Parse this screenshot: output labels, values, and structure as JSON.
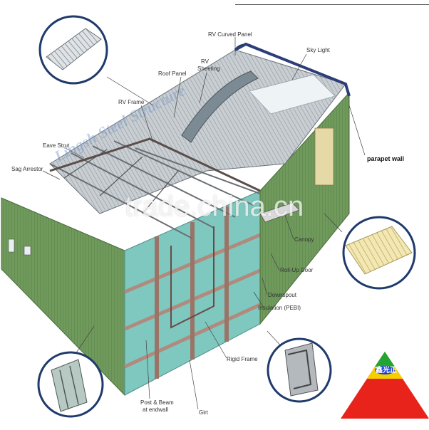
{
  "labels": {
    "rv_curved_panel": "RV Curved Panel",
    "sky_light": "Sky Light",
    "rv_sheeting": "RV Sheeting",
    "rv_sheeting_l1": "RV",
    "rv_sheeting_l2": "Sheeting",
    "roof_panel": "Roof Panel",
    "rv_frame": "RV Frame",
    "eave_strut": "Eave Strut",
    "sag_arrestor": "Sag Arrestor",
    "parapet_wall": "parapet wall",
    "canopy": "Canopy",
    "roll_up_door": "Roll-Up Door",
    "downspout": "Downspout",
    "insulation": "Insulation (PEBI)",
    "rigid_frame": "Rigid Frame",
    "post_beam_l1": "Post & Beam",
    "post_beam_l2": "at endwall",
    "girt": "Girt"
  },
  "watermarks": {
    "site": "trade.china.cn",
    "brand": "Lingsh Steel Structure"
  },
  "logo": {
    "text": "鑫光正"
  },
  "colors": {
    "wall_green": "#6f9a5c",
    "insulation_teal": "#7ec8bf",
    "roof_grey": "#c9ced2",
    "frame_brown": "#9b7468",
    "parapet_navy": "#2c3e78",
    "logo_red": "#e8231b",
    "logo_yellow": "#f4d000",
    "logo_green": "#22a532",
    "logo_blue": "#1b3fd1"
  }
}
